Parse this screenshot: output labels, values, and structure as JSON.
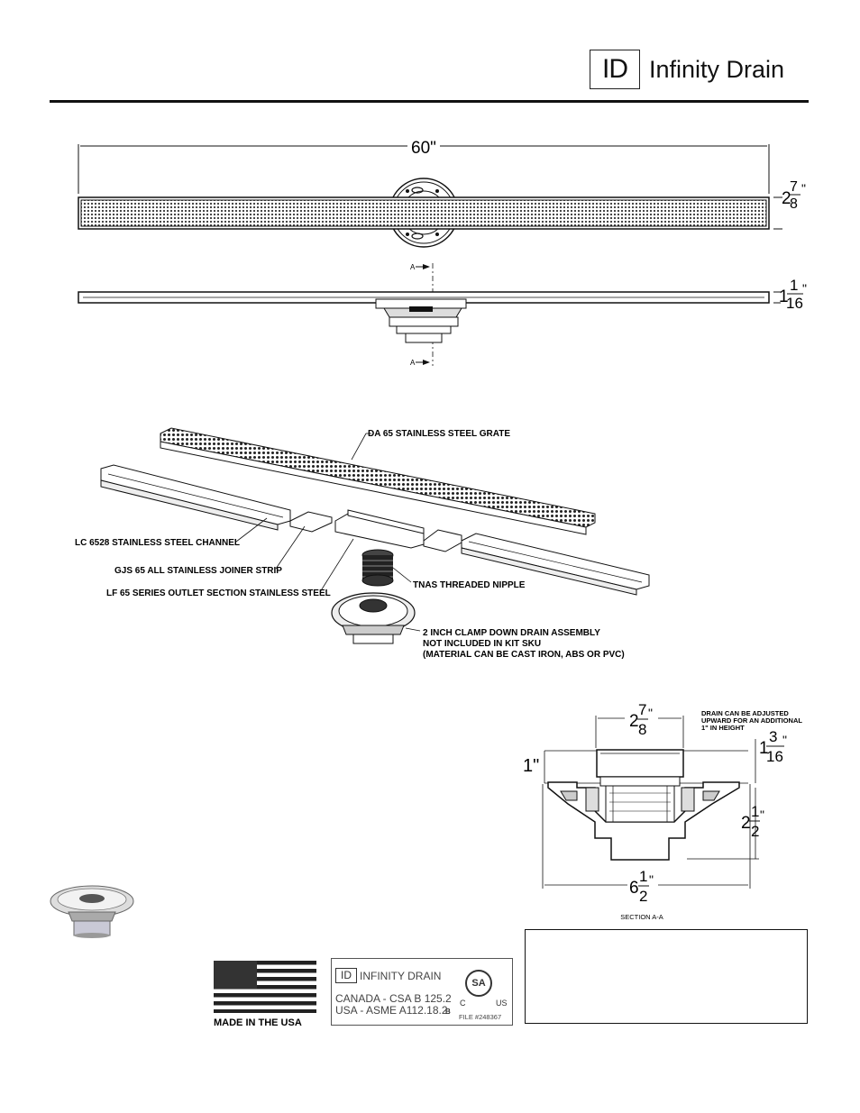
{
  "header": {
    "logo_mark": "ID",
    "brand_name": "Infinity Drain"
  },
  "top_view": {
    "length_label": "60\"",
    "width_whole": "2",
    "width_num": "7",
    "width_den": "8",
    "width_unit": "\""
  },
  "side_view": {
    "height_whole": "1",
    "height_num": "1",
    "height_den": "16",
    "height_unit": "\"",
    "section_mark_top": "A",
    "section_mark_bottom": "A"
  },
  "exploded": {
    "callouts": [
      "DA 65 STAINLESS STEEL GRATE",
      "LC 6528 STAINLESS STEEL CHANNEL",
      "GJS 65 ALL STAINLESS JOINER STRIP",
      "LF 65 SERIES OUTLET SECTION STAINLESS STEEL",
      "TNAS THREADED NIPPLE"
    ],
    "drain_note": [
      "2 INCH CLAMP DOWN DRAIN ASSEMBLY",
      "NOT INCLUDED IN KIT SKU",
      "(MATERIAL CAN BE CAST IRON, ABS OR PVC)"
    ]
  },
  "section": {
    "top_whole": "2",
    "top_num": "7",
    "top_den": "8",
    "unit": "\"",
    "adjust_note": [
      "DRAIN CAN BE ADJUSTED",
      "UPWARD FOR AN ADDITIONAL",
      "1\" IN HEIGHT"
    ],
    "left_dim": "1\"",
    "right_upper_whole": "1",
    "right_upper_num": "3",
    "right_upper_den": "16",
    "right_lower_whole": "2",
    "right_lower_num": "1",
    "right_lower_den": "2",
    "bottom_whole": "6",
    "bottom_num": "1",
    "bottom_den": "2",
    "caption": "SECTION A-A"
  },
  "badges": {
    "usa": "MADE IN THE USA",
    "cert_brand": "INFINITY DRAIN",
    "cert_logo": "ID",
    "cert_line1": "CANADA - CSA B 125.2",
    "cert_line2": "USA - ASME A112.18.2",
    "csa_mark": "SA",
    "csa_c": "C",
    "csa_us": "US",
    "cert_b": "B",
    "file": "FILE #248367"
  }
}
